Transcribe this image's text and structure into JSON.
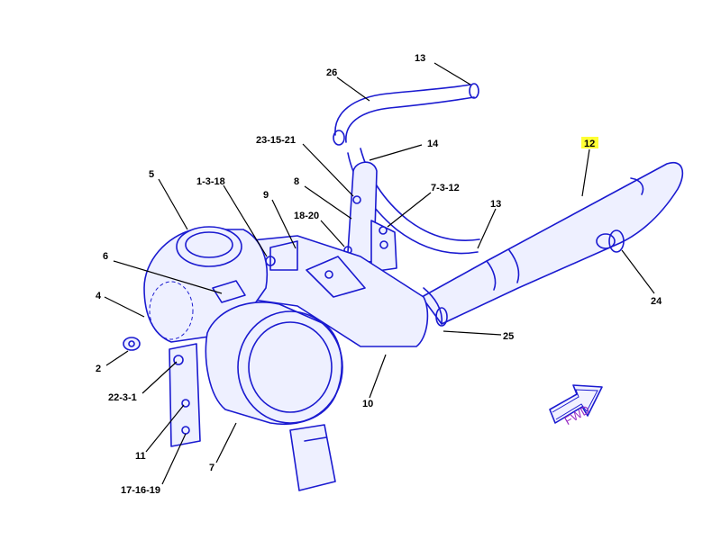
{
  "diagram": {
    "title": "Air intake / turbocharger assembly",
    "direction_label": "FWD",
    "highlighted_callout": "12",
    "callouts": [
      {
        "id": "c26",
        "text": "26"
      },
      {
        "id": "c13a",
        "text": "13"
      },
      {
        "id": "c23_15_21",
        "text": "23-15-21"
      },
      {
        "id": "c14",
        "text": "14"
      },
      {
        "id": "c12",
        "text": "12"
      },
      {
        "id": "c5",
        "text": "5"
      },
      {
        "id": "c1_3_18",
        "text": "1-3-18"
      },
      {
        "id": "c9",
        "text": "9"
      },
      {
        "id": "c8",
        "text": "8"
      },
      {
        "id": "c7_3_12",
        "text": "7-3-12"
      },
      {
        "id": "c13b",
        "text": "13"
      },
      {
        "id": "c18_20",
        "text": "18-20"
      },
      {
        "id": "c6",
        "text": "6"
      },
      {
        "id": "c4",
        "text": "4"
      },
      {
        "id": "c2",
        "text": "2"
      },
      {
        "id": "c22_3_1",
        "text": "22-3-1"
      },
      {
        "id": "c11",
        "text": "11"
      },
      {
        "id": "c17_16_19",
        "text": "17-16-19"
      },
      {
        "id": "c7",
        "text": "7"
      },
      {
        "id": "c10",
        "text": "10"
      },
      {
        "id": "c25",
        "text": "25"
      },
      {
        "id": "c24",
        "text": "24"
      }
    ]
  },
  "colors": {
    "line": "#1a1ad0",
    "highlight": "#ffff33",
    "fwd_text": "#9a2fc4"
  }
}
